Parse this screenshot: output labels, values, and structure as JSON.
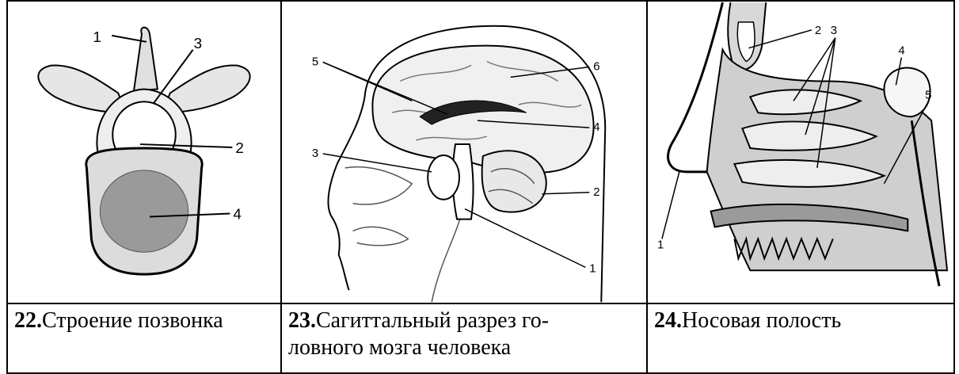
{
  "figures": [
    {
      "number": "22.",
      "caption": "Строение позвонка",
      "labels": [
        "1",
        "2",
        "3",
        "4"
      ]
    },
    {
      "number": "23.",
      "caption": "Сагиттальный разрез головного мозга человека",
      "caption_lines": [
        "Сагиттальный разрез го-",
        "ловного мозга человека"
      ],
      "labels": [
        "1",
        "2",
        "3",
        "4",
        "5",
        "6"
      ]
    },
    {
      "number": "24.",
      "caption": "Носовая полость",
      "labels": [
        "1",
        "2",
        "3",
        "4",
        "5"
      ]
    }
  ],
  "colors": {
    "ink": "#000000",
    "bone": "#f2f2f2",
    "shade": "#8a8a8a"
  }
}
